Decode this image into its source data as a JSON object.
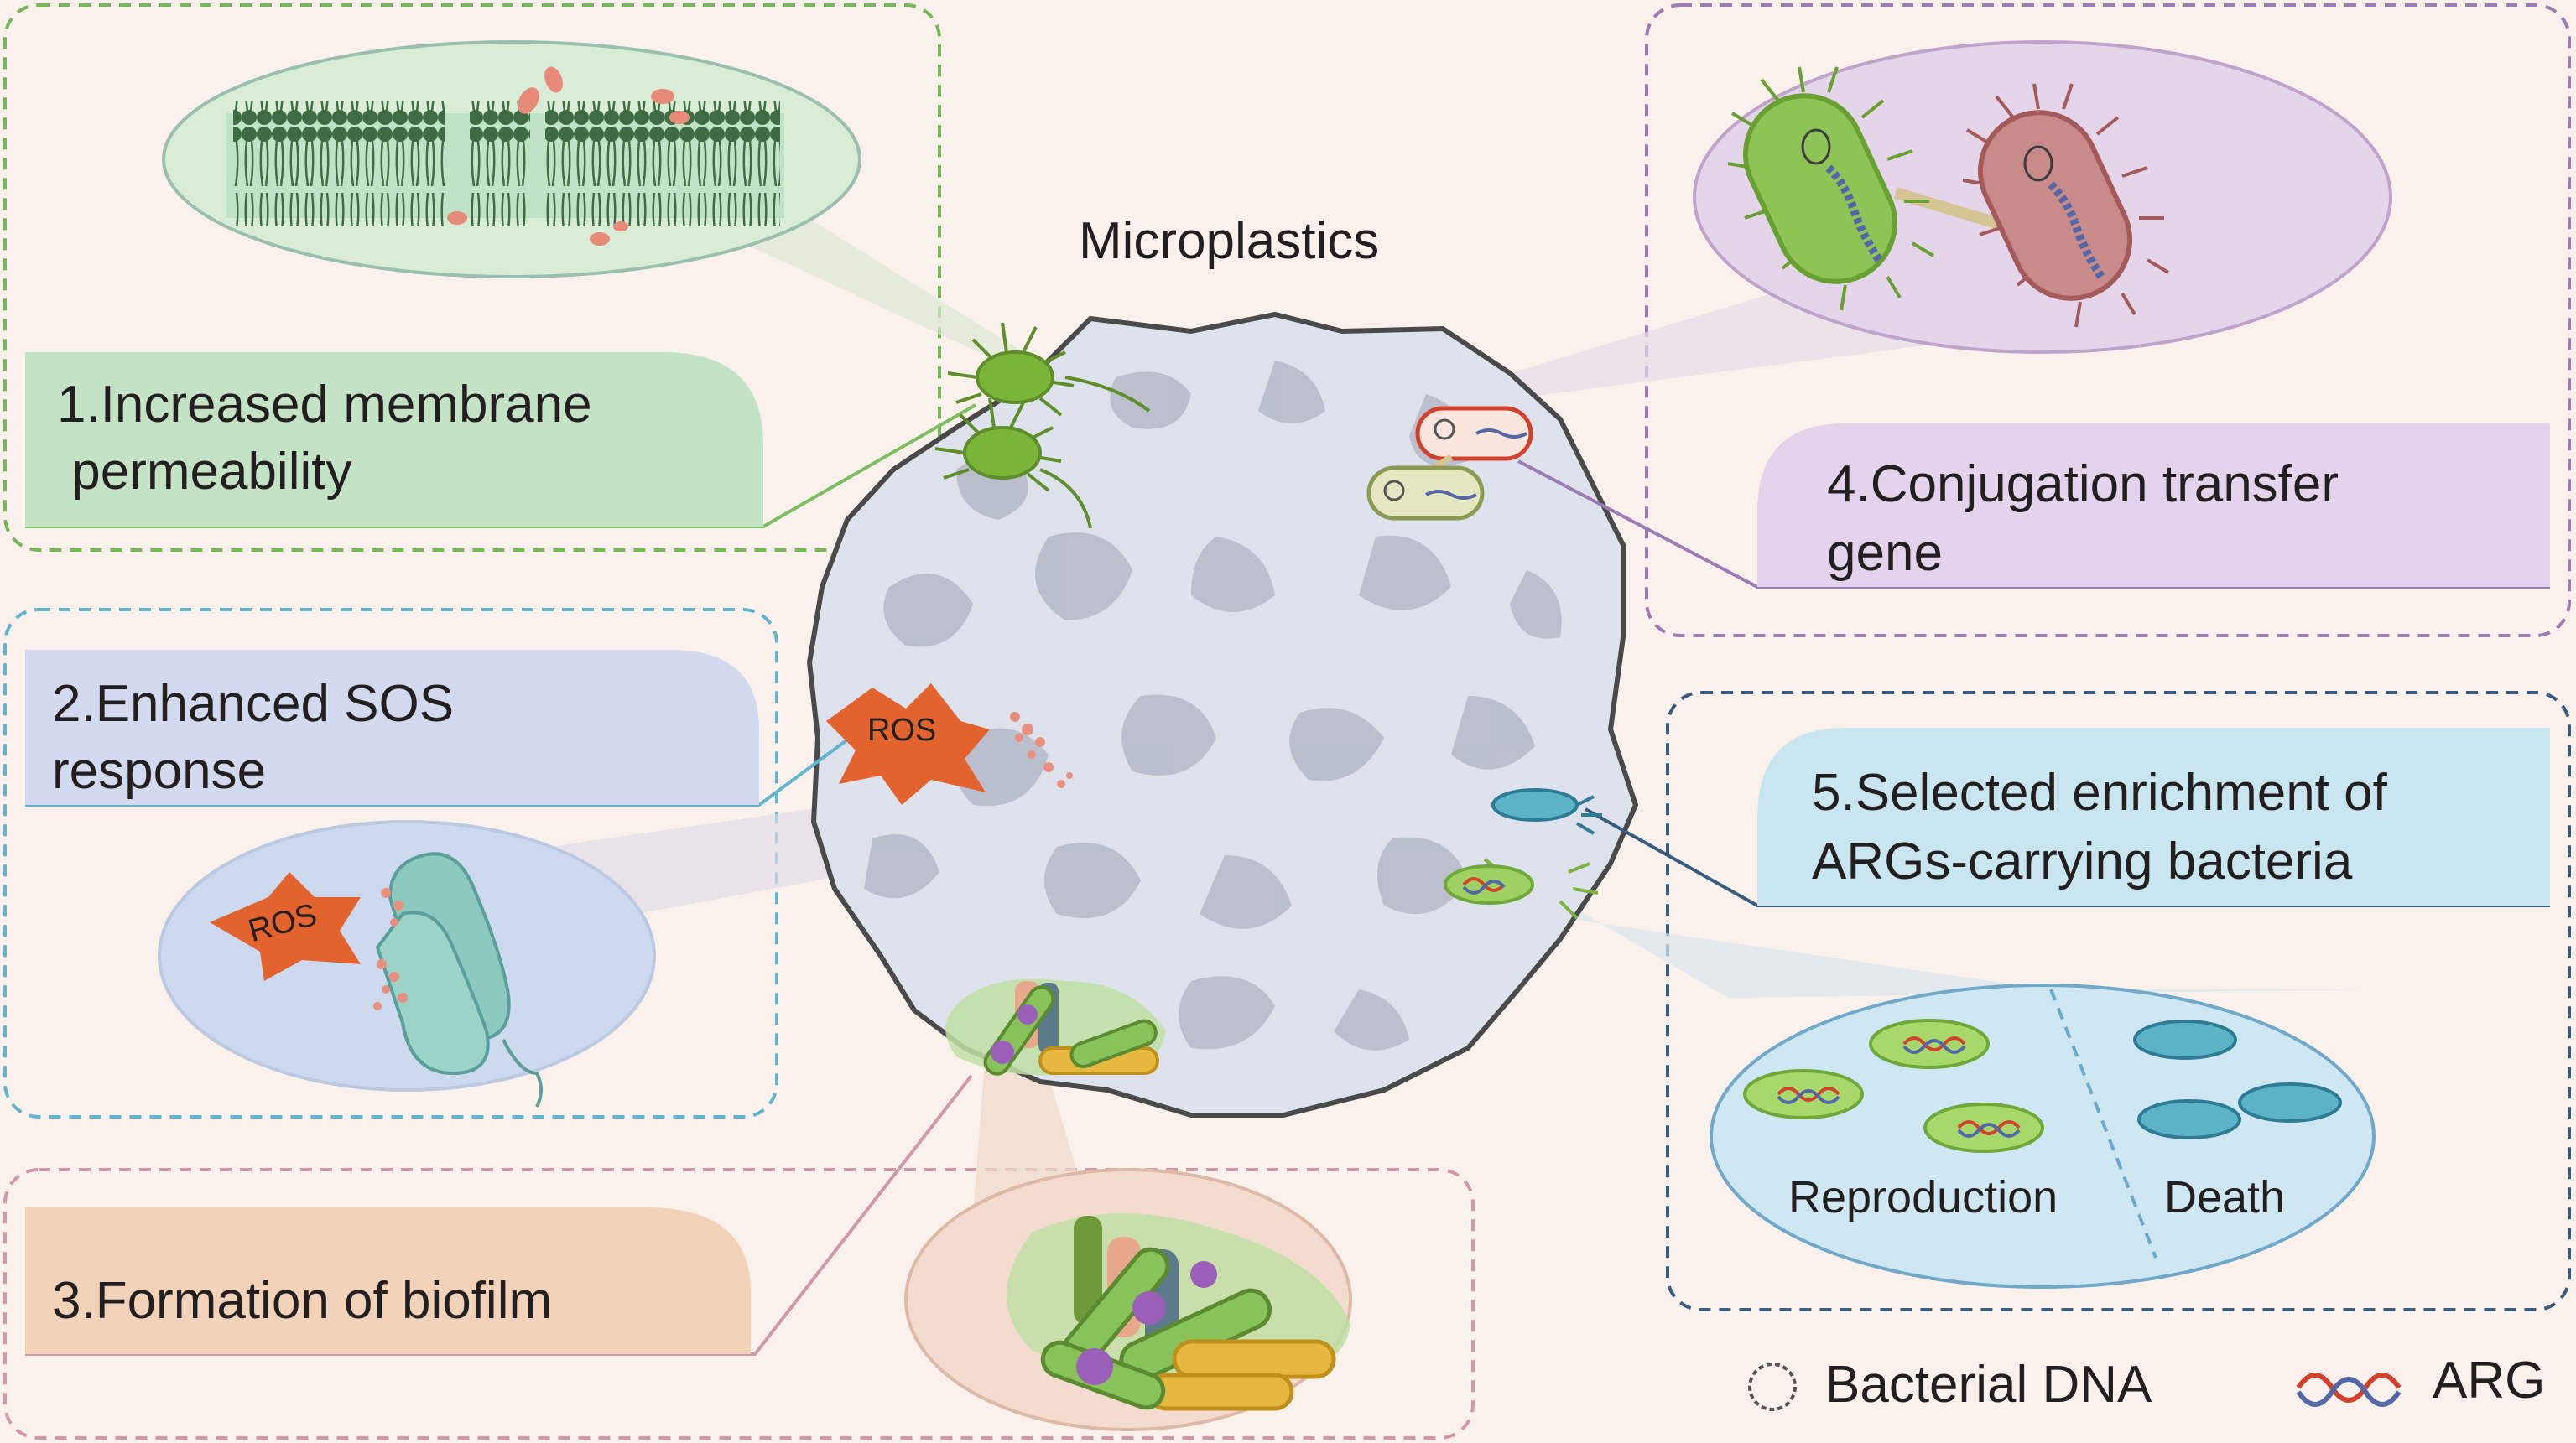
{
  "center_label": "Microplastics",
  "mechanisms": [
    {
      "id": "m1",
      "line1": "1.Increased membrane",
      "line2": " permeability",
      "color": "#c4e3c6"
    },
    {
      "id": "m2",
      "line1": "2.Enhanced SOS",
      "line2": "response",
      "color": "#d3daf0"
    },
    {
      "id": "m3",
      "line1": "3.Formation of biofilm",
      "line2": "",
      "color": "#f2d3ba"
    },
    {
      "id": "m4",
      "line1": "4.Conjugation transfer",
      "line2": "gene",
      "color": "#e4d3ec"
    },
    {
      "id": "m5",
      "line1": "5.Selected enrichment of",
      "line2": "ARGs-carrying bacteria",
      "color": "#c9e6f0"
    }
  ],
  "ros_label": "ROS",
  "outcomes": {
    "reproduction": "Reproduction",
    "death": "Death"
  },
  "legend": {
    "dna": "Bacterial DNA",
    "arg": "ARG"
  }
}
